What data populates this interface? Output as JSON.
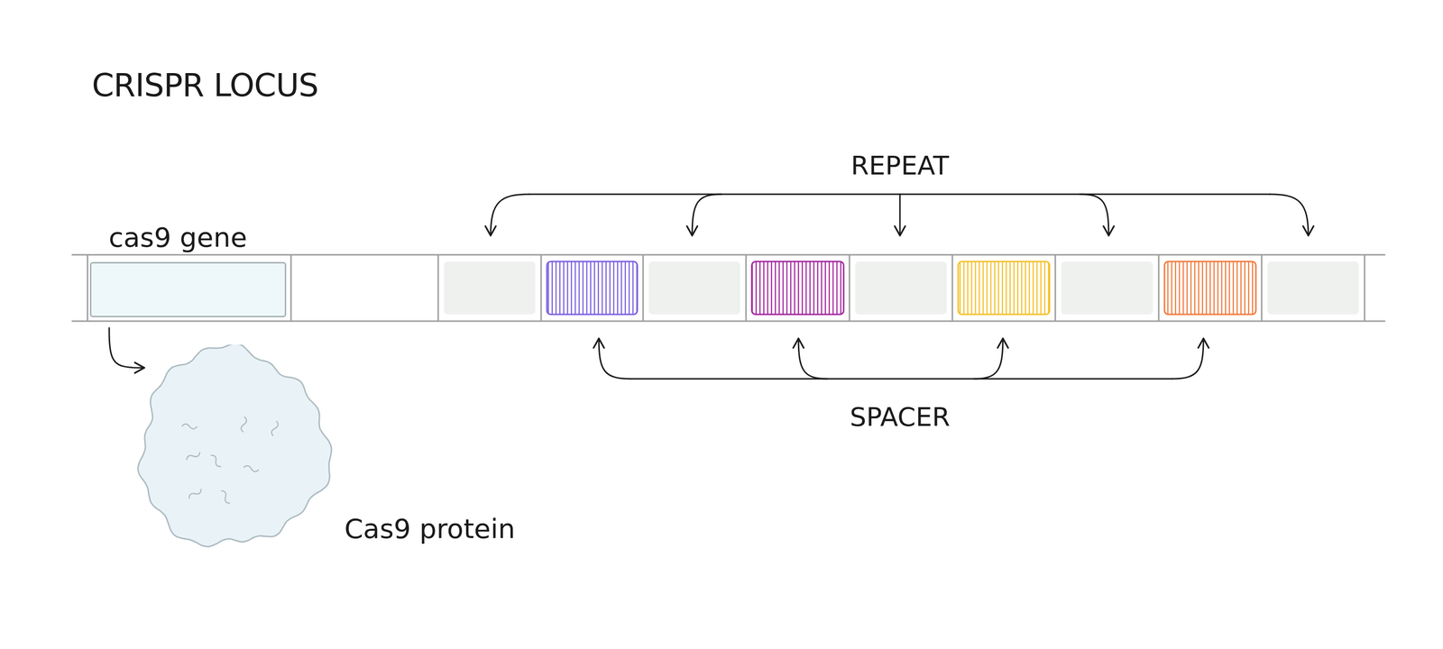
{
  "diagram": {
    "title": "CRISPR LOCUS",
    "nodes": [
      {
        "text": [
          "cas9 gene"
        ]
      },
      {
        "text": [
          "Cas9 protein"
        ]
      }
    ],
    "edges": [
      {
        "from": 0,
        "to": 1,
        "arrow": "to"
      }
    ],
    "labels": [
      "REPEAT",
      "SPACER"
    ]
  }
}
